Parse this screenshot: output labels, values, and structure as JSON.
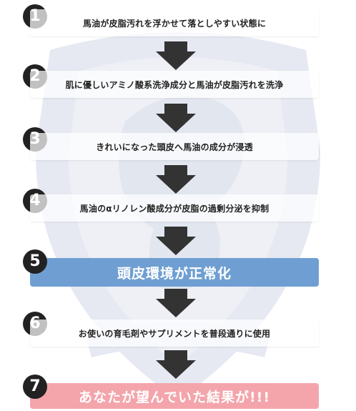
{
  "colors": {
    "circle": "#222222",
    "highlight_blue": "#6f9fd2",
    "highlight_pink": "#f3a5ab",
    "emblem": "#dfe3ee",
    "arrow": "#333333"
  },
  "steps": [
    {
      "number": "1",
      "text": "馬油が皮脂汚れを浮かせて落としやすい状態に"
    },
    {
      "number": "2",
      "text": "肌に優しいアミノ酸系洗浄成分と馬油が皮脂汚れを洗浄"
    },
    {
      "number": "3",
      "text": "きれいになった頭皮へ馬油の成分が浸透"
    },
    {
      "number": "4",
      "text": "馬油のαリノレン酸成分が皮脂の過剰分泌を抑制"
    },
    {
      "number": "5",
      "text": "頭皮環境が正常化"
    },
    {
      "number": "6",
      "text": "お使いの育毛剤やサプリメントを普段通りに使用"
    },
    {
      "number": "7",
      "text": "あなたが望んでいた結果が!!!"
    }
  ],
  "icons": {
    "arrow": "arrow-down-icon",
    "background": "emblem-watermark"
  }
}
